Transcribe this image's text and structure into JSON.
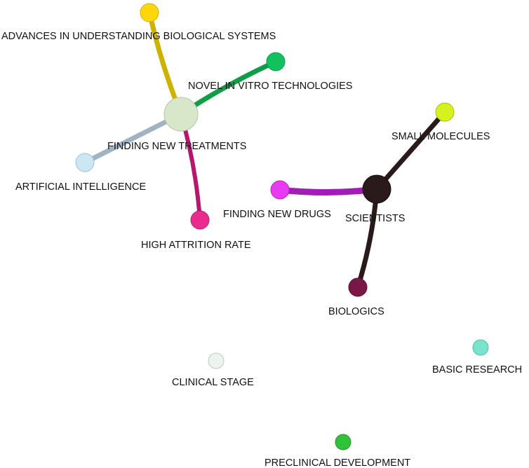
{
  "nodes": [
    {
      "id": "advances",
      "label": "ADVANCES IN UNDERSTANDING BIOLOGICAL SYSTEMS",
      "color": "#FFD60A",
      "stroke": "#D4AF00"
    },
    {
      "id": "invitro",
      "label": "NOVEL IN VITRO TECHNOLOGIES",
      "color": "#12C060",
      "stroke": "#0E9A4C"
    },
    {
      "id": "treatments",
      "label": "FINDING NEW TREATMENTS",
      "color": "#D8E6CA",
      "stroke": "#B6C7A6"
    },
    {
      "id": "ai",
      "label": "ARTIFICIAL INTELLIGENCE",
      "color": "#CDE6F3",
      "stroke": "#9CC3D8"
    },
    {
      "id": "attrition",
      "label": "HIGH ATTRITION RATE",
      "color": "#E82D8E",
      "stroke": "#BC1E70"
    },
    {
      "id": "smallmol",
      "label": "SMALL MOLECULES",
      "color": "#D6F21E",
      "stroke": "#A7BE10"
    },
    {
      "id": "drugs",
      "label": "FINDING NEW DRUGS",
      "color": "#E83AF2",
      "stroke": "#B823C0"
    },
    {
      "id": "scientists",
      "label": "SCIENTISTS",
      "color": "#2A1A1C",
      "stroke": "#160C0E"
    },
    {
      "id": "biologics",
      "label": "BIOLOGICS",
      "color": "#7A1747",
      "stroke": "#5A0F33"
    },
    {
      "id": "basic",
      "label": "BASIC RESEARCH",
      "color": "#79E3CD",
      "stroke": "#4FC0AA"
    },
    {
      "id": "clinical",
      "label": "CLINICAL STAGE",
      "color": "#EDF3EE",
      "stroke": "#BCCBBF"
    },
    {
      "id": "preclinical",
      "label": "PRECLINICAL DEVELOPMENT",
      "color": "#32C23A",
      "stroke": "#24982A"
    }
  ],
  "edges": [
    {
      "source": "treatments",
      "target": "advances",
      "color": "#CDB300"
    },
    {
      "source": "treatments",
      "target": "invitro",
      "color": "#0F9D47"
    },
    {
      "source": "treatments",
      "target": "ai",
      "color": "#9FB3C2"
    },
    {
      "source": "treatments",
      "target": "attrition",
      "color": "#B7156F"
    },
    {
      "source": "scientists",
      "target": "smallmol",
      "color": "#2A1A1C"
    },
    {
      "source": "scientists",
      "target": "drugs",
      "color": "#A21CB8"
    },
    {
      "source": "scientists",
      "target": "biologics",
      "color": "#2A1A1C"
    }
  ]
}
